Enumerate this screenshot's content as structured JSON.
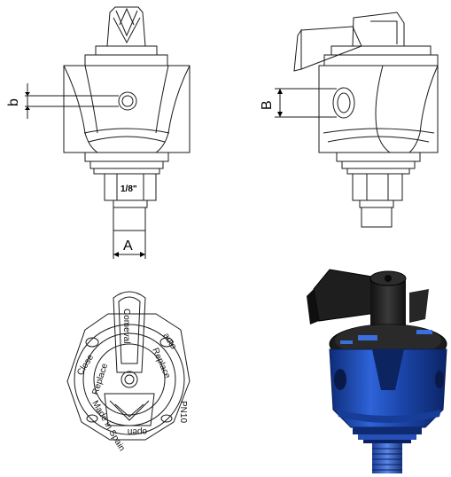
{
  "dimensions": {
    "label_b": "b",
    "label_B": "B",
    "label_A": "A",
    "thread_size": "1/8\""
  },
  "top_view": {
    "brand": "Comeval",
    "label_close": "Close",
    "label_auto": "auto",
    "label_open": "open",
    "label_replace_left": "Replace",
    "label_replace_right": "Replace",
    "label_pressure": "PN10",
    "label_made_in": "Made in Spain"
  },
  "colors": {
    "line": "#1a1a1a",
    "body_blue": "#1f4fb5",
    "dark_part": "#222222"
  }
}
